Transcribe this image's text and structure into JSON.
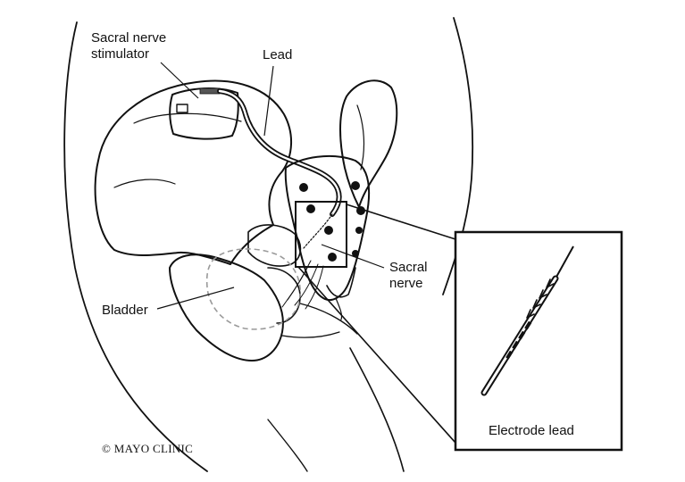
{
  "labels": {
    "stimulator_line1": "Sacral nerve",
    "stimulator_line2": "stimulator",
    "lead": "Lead",
    "sacral_line1": "Sacral",
    "sacral_line2": "nerve",
    "bladder": "Bladder",
    "electrode_lead": "Electrode lead"
  },
  "copyright": "© MAYO CLINIC",
  "colors": {
    "ink": "#111111",
    "background": "#ffffff",
    "bladder_dash": "#9a9a9a"
  }
}
